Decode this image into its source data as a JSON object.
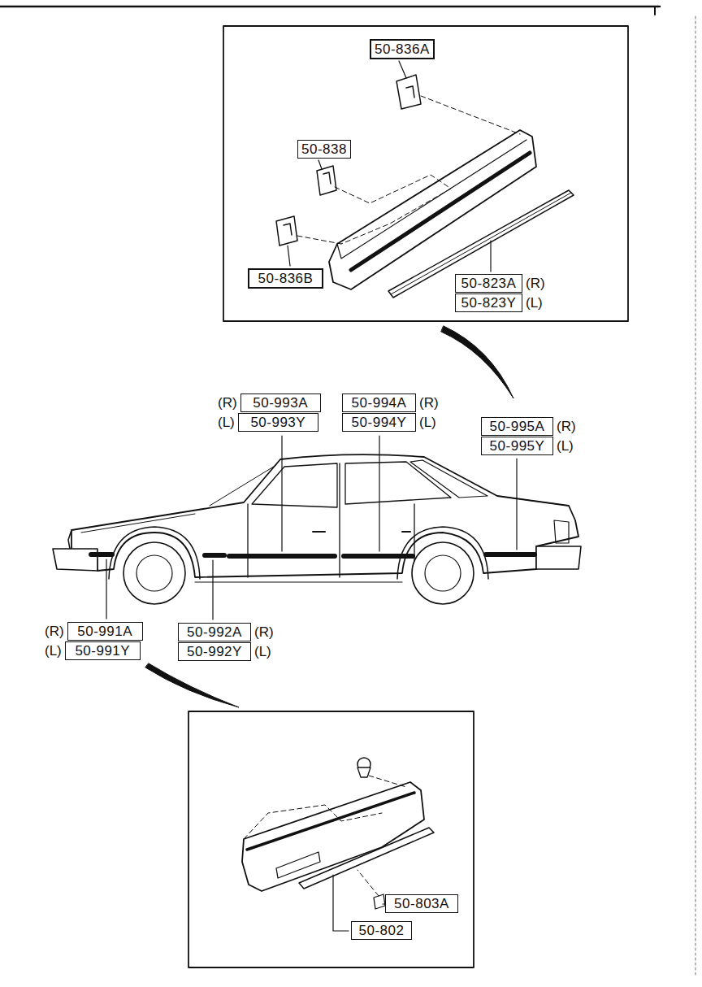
{
  "diagram": {
    "nodes": [
      {
        "text": [
          "50-836A"
        ]
      },
      {
        "text": [
          "50-838"
        ]
      },
      {
        "text": [
          "50-836B"
        ]
      },
      {
        "text": [
          "50-823A",
          "(R)"
        ]
      },
      {
        "text": [
          "50-823Y",
          "(L)"
        ]
      },
      {
        "text": [
          "(R)",
          "50-993A"
        ]
      },
      {
        "text": [
          "(L)",
          "50-993Y"
        ]
      },
      {
        "text": [
          "50-994A",
          "(R)"
        ]
      },
      {
        "text": [
          "50-994Y",
          "(L)"
        ]
      },
      {
        "text": [
          "50-995A",
          "(R)"
        ]
      },
      {
        "text": [
          "50-995Y",
          "(L)"
        ]
      },
      {
        "text": [
          "(R)",
          "50-991A"
        ]
      },
      {
        "text": [
          "(L)",
          "50-991Y"
        ]
      },
      {
        "text": [
          "50-992A",
          "(R)"
        ]
      },
      {
        "text": [
          "50-992Y",
          "(L)"
        ]
      },
      {
        "text": [
          "50-803A"
        ]
      },
      {
        "text": [
          "50-802"
        ]
      }
    ]
  }
}
